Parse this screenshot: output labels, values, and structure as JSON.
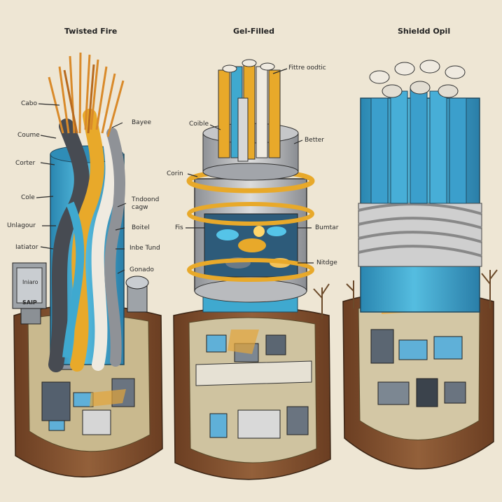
{
  "titles": {
    "left": "Twisted Fire",
    "middle": "Gel-Filled",
    "right": "Shieldd Opil"
  },
  "labels": {
    "left": {
      "cabo": "Cabo",
      "coume": "Coume",
      "corter": "Corter",
      "cole": "Cole",
      "unlagour": "Unlagour",
      "iatiator": "Iatiator",
      "bayee": "Bayee",
      "tndoond": "Tndoond",
      "cagw": "cagw",
      "boitel": "Boitel",
      "inbe_tund": "Inbe Tund",
      "gonado": "Gonado",
      "monitor_top": "Iniaro",
      "monitor_bottom": "SAIP"
    },
    "middle": {
      "fitter": "Fittre oodtic",
      "coible": "Coible",
      "better": "Better",
      "corin": "Corin",
      "fis": "Fis",
      "bumtar": "Bumtar",
      "nitdge": "Nitdge"
    }
  },
  "colors": {
    "background": "#eee6d4",
    "soil": "#7a4a2a",
    "gold": "#e8a92a",
    "blue": "#3fa9cf",
    "gray": "#8f9297",
    "dark": "#474b52",
    "cream": "#efeae0"
  }
}
